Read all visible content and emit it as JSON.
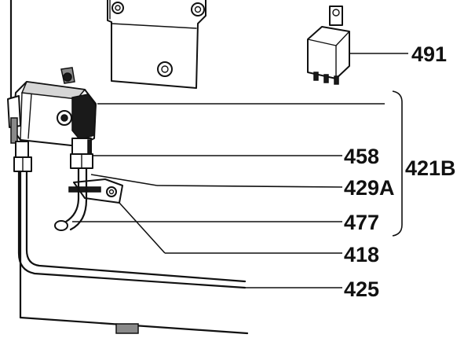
{
  "callouts": {
    "c491": "491",
    "c458": "458",
    "c429a": "429A",
    "c477": "477",
    "c418": "418",
    "c425": "425",
    "c421b": "421B"
  }
}
